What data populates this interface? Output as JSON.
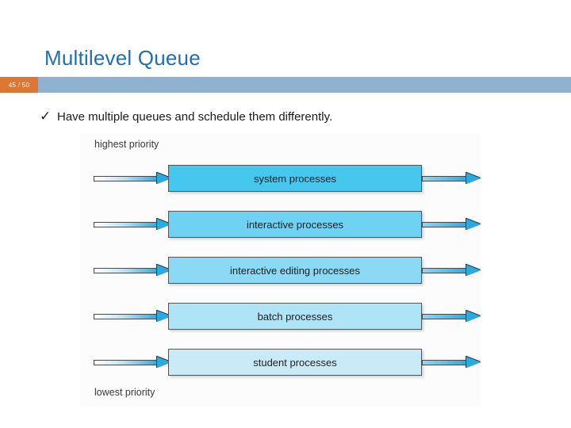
{
  "slide": {
    "title": "Multilevel Queue",
    "page_indicator": "45 / 50",
    "accent_title_color": "#1F6FB0",
    "header_bar_color": "#8FB2D0",
    "badge_color": "#DD7733"
  },
  "bullet": {
    "marker": "✓",
    "text": "Have multiple queues and schedule them differently."
  },
  "diagram": {
    "top_label": "highest priority",
    "bottom_label": "lowest priority",
    "arrow_color": "#29ABE2",
    "queues": [
      {
        "label": "system processes",
        "fill": "#45C7EE"
      },
      {
        "label": "interactive processes",
        "fill": "#6FD2F2"
      },
      {
        "label": "interactive editing processes",
        "fill": "#8BD9F4"
      },
      {
        "label": "batch processes",
        "fill": "#AFE4F7"
      },
      {
        "label": "student processes",
        "fill": "#CBEAF8"
      }
    ]
  }
}
